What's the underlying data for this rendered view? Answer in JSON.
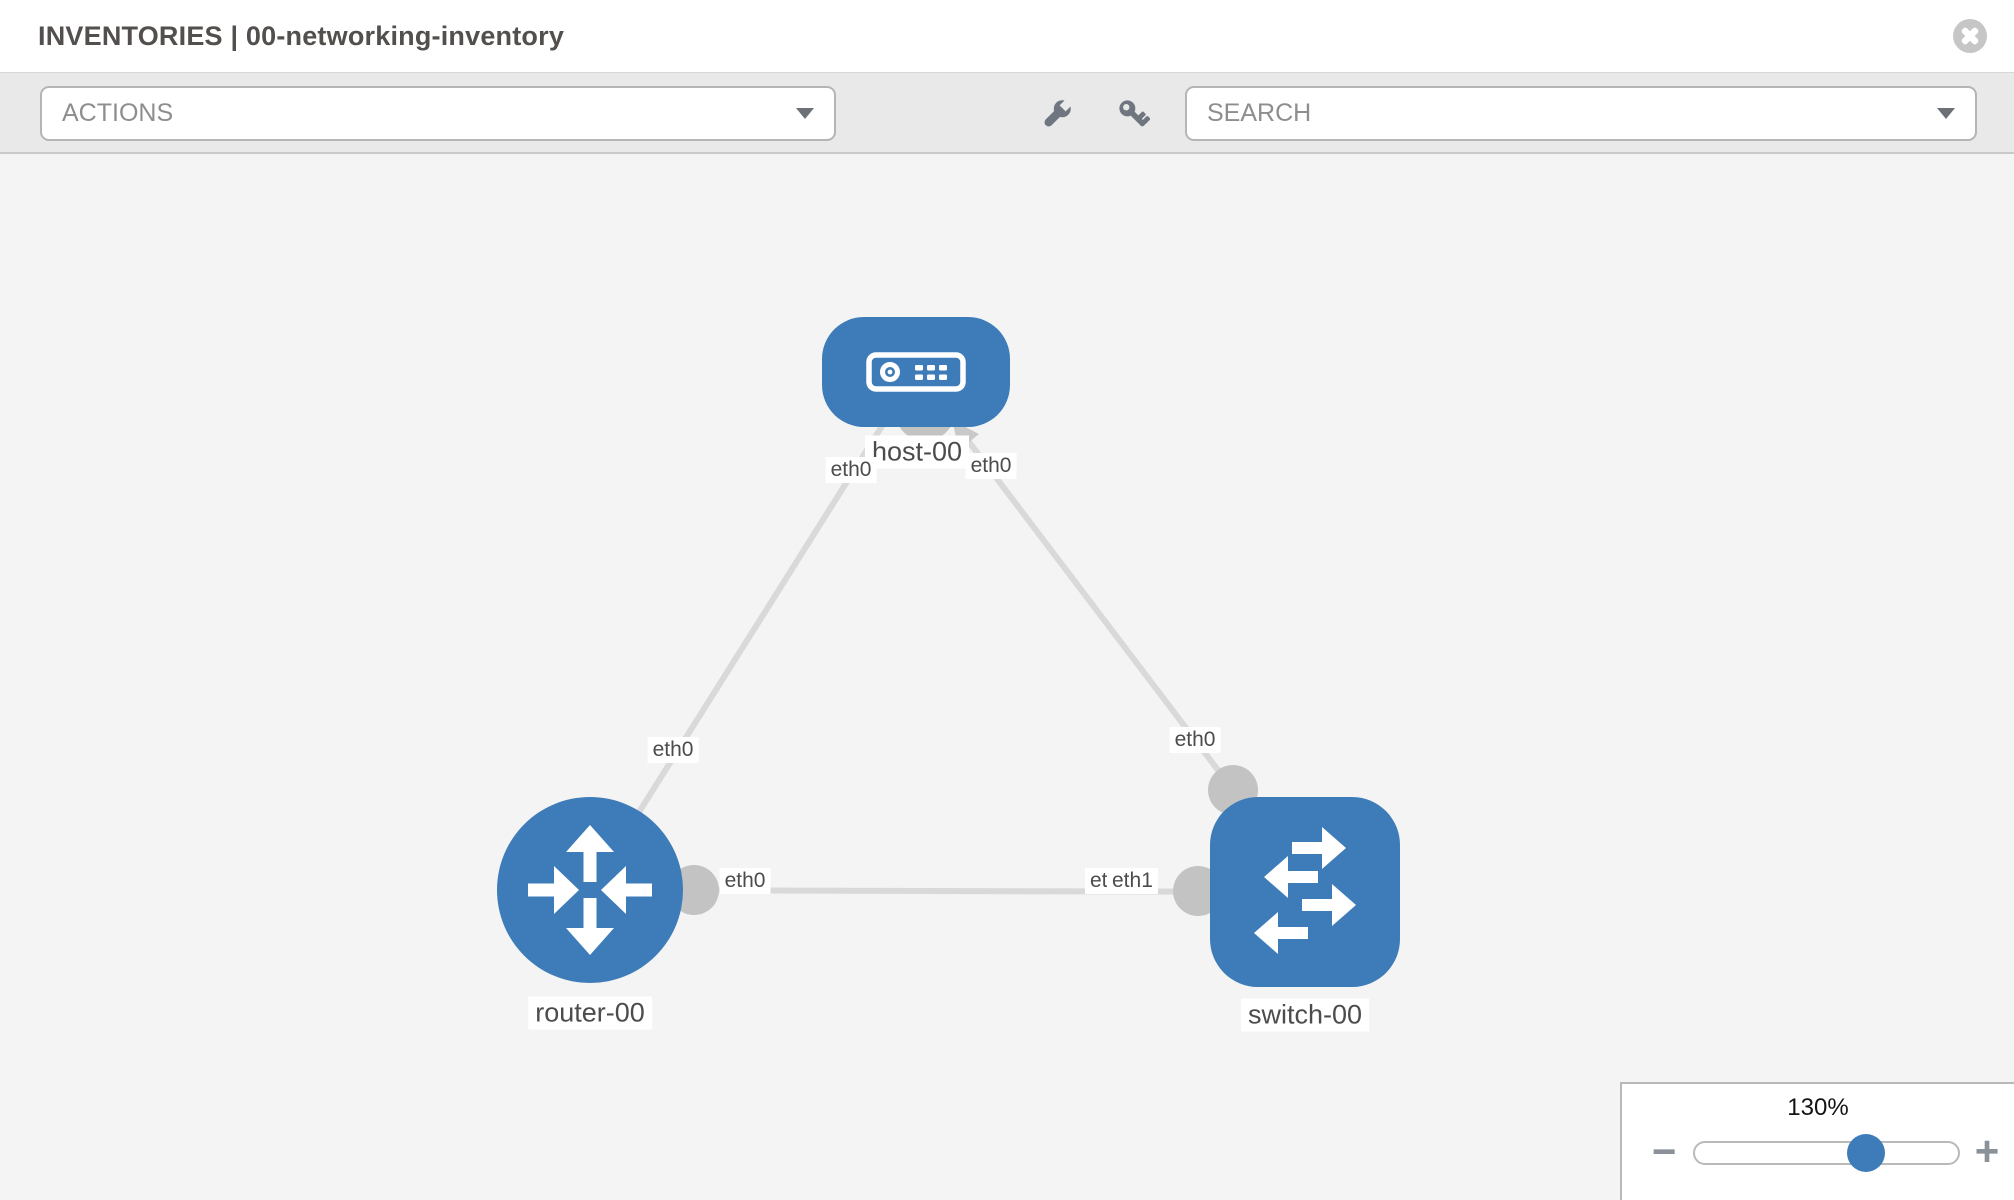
{
  "header": {
    "title": "INVENTORIES | 00-networking-inventory"
  },
  "toolbar": {
    "actions_label": "ACTIONS",
    "search_label": "SEARCH",
    "icons": [
      "wrench-icon",
      "key-icon"
    ]
  },
  "topology": {
    "nodes": [
      {
        "id": "host-00",
        "label": "host-00",
        "type": "host"
      },
      {
        "id": "router-00",
        "label": "router-00",
        "type": "router"
      },
      {
        "id": "switch-00",
        "label": "switch-00",
        "type": "switch"
      }
    ],
    "links": [
      {
        "source": "host-00",
        "target": "router-00",
        "source_interface": "eth0",
        "target_interface": "eth0"
      },
      {
        "source": "host-00",
        "target": "switch-00",
        "source_interface": "eth0",
        "target_interface": "eth0"
      },
      {
        "source": "router-00",
        "target": "switch-00",
        "source_interface": "eth0",
        "target_interface": "eth1",
        "target_interface_overlapped": "eth0"
      }
    ]
  },
  "zoom": {
    "level": "130%",
    "minus_label": "−",
    "plus_label": "+"
  },
  "colors": {
    "node_blue": "#3d7cb8",
    "link_gray": "#d9d9d9",
    "connector_gray": "#c3c3c3",
    "canvas_bg": "#f4f4f4"
  }
}
